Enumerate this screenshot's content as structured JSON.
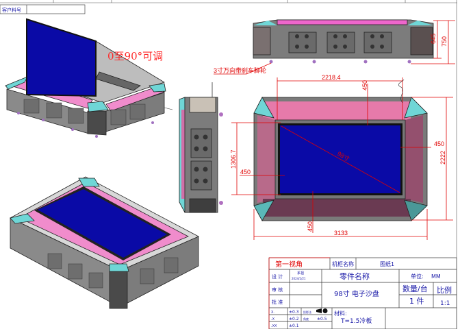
{
  "header": {
    "customer_part_label": "客户料号",
    "customer_part_value": ""
  },
  "annotations": {
    "rotation_note": "0至90°可调",
    "caster_note": "3寸万向带刹车脚轮"
  },
  "dimensions": {
    "front_height_inner": "645",
    "front_height_total": "750",
    "screen_width": "2218.4",
    "top_border": "450",
    "right_border": "450",
    "left_border": "450",
    "bottom_border": "450",
    "screen_height": "1306.7",
    "screen_diagonal": "98寸",
    "overall_width": "3133",
    "overall_depth": "2222"
  },
  "title_block": {
    "projection": "第一视角",
    "cabinet_name_label": "机柜名称",
    "cabinet_name_value": "图纸1",
    "design_label": "设 计",
    "designer": "系祖",
    "design_date": "2024/2/21",
    "part_name_label": "零件名称",
    "unit_label": "单位:",
    "unit_value": "MM",
    "review_label": "审 核",
    "approve_label": "批 准",
    "part_name_value": "98寸 电子沙盘",
    "qty_label": "数量/台",
    "scale_label": "比例",
    "qty_value": "1 件",
    "scale_value": "1:1",
    "tol": [
      {
        "label": "X.",
        "value": "±0.3"
      },
      {
        "label": ".X",
        "value": "±0.2"
      },
      {
        "label": ".XX",
        "value": "±0.1"
      }
    ],
    "projection_method_label": "投影法",
    "angle_label": "角度",
    "angle_value": "±0.5",
    "material_label": "材料:",
    "material_value": "T=1.5冷板"
  },
  "colors": {
    "screen": "#0a0aa6",
    "pink": "#ee88cc",
    "cyan": "#6fd6d6",
    "body": "#7a7a7a",
    "dimension": "#e00000",
    "text": "#1a1aa8"
  }
}
